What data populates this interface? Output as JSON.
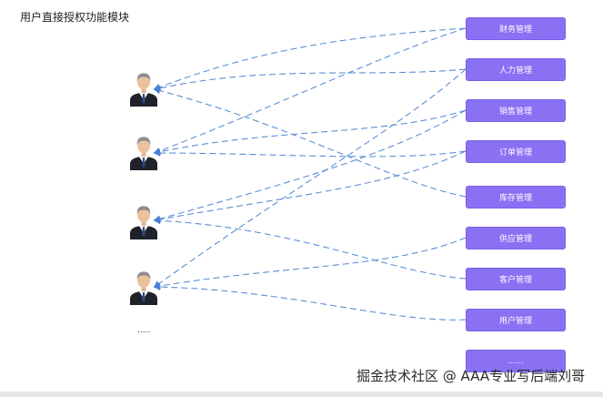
{
  "title": "用户直接授权功能模块",
  "modules": [
    {
      "label": "财务管理"
    },
    {
      "label": "人力管理"
    },
    {
      "label": "销售管理"
    },
    {
      "label": "订单管理"
    },
    {
      "label": "库存管理"
    },
    {
      "label": "供应管理"
    },
    {
      "label": "客户管理"
    },
    {
      "label": "用户管理"
    },
    {
      "label": "......"
    }
  ],
  "users_ellipsis": ".....",
  "watermark": "掘金技术社区 @ AAA专业写后端刘哥",
  "icons": [
    "user-avatar-icon",
    "arrow-head-icon"
  ],
  "colors": {
    "module_fill": "#8a70f3",
    "link_stroke": "#5b8fd6",
    "title_text": "#222222"
  }
}
